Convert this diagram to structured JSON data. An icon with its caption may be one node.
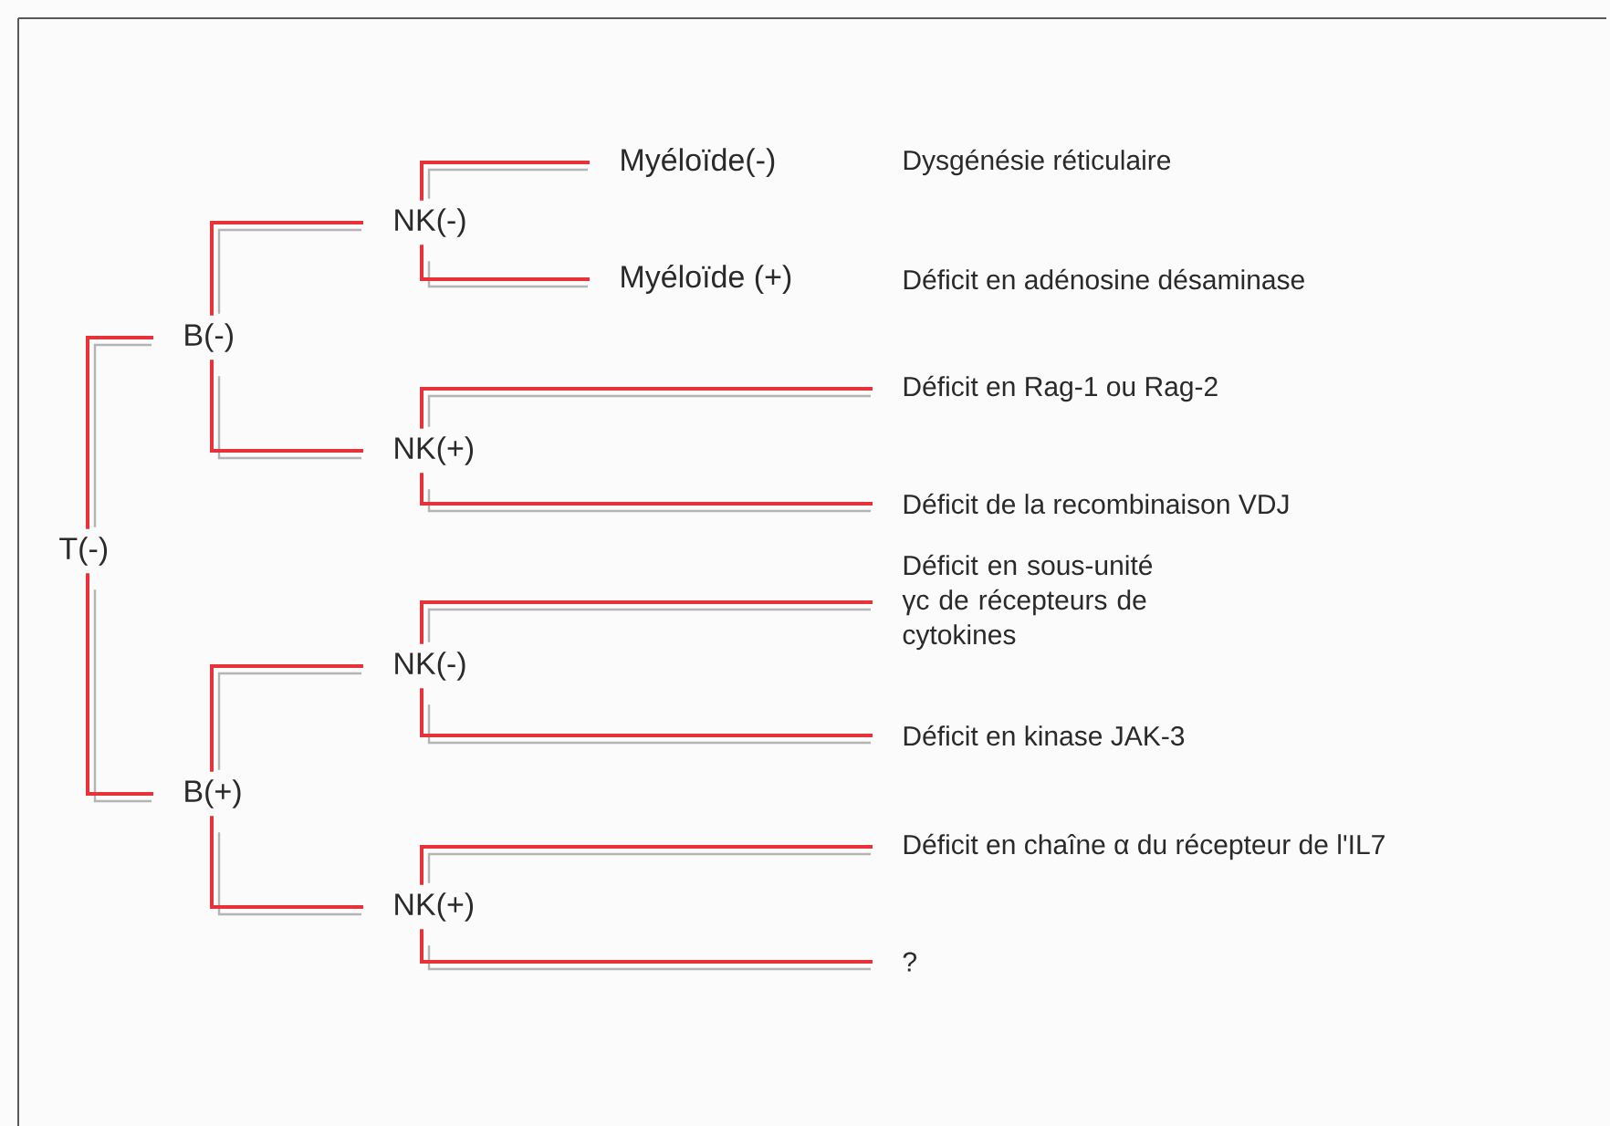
{
  "diagram": {
    "nodes": [
      {
        "text": [
          "T(-)"
        ]
      },
      {
        "text": [
          "B(-)"
        ]
      },
      {
        "text": [
          "NK(-)"
        ]
      },
      {
        "text": [
          "Myéloïde(-)"
        ],
        "beside": [
          "Dysgénésie réticulaire"
        ]
      },
      {
        "text": [
          "Myéloïde (+)"
        ],
        "beside": [
          "Déficit en adénosine désaminase"
        ]
      },
      {
        "text": [
          "NK(+)"
        ]
      },
      {
        "text": [
          "Déficit en Rag-1 ou Rag-2"
        ]
      },
      {
        "text": [
          "Déficit de la recombinaison VDJ"
        ]
      },
      {
        "text": [
          "B(+)"
        ]
      },
      {
        "text": [
          "NK(-)"
        ]
      },
      {
        "text": [
          "Déficit en sous-unité γc de récepteurs de cytokines"
        ]
      },
      {
        "text": [
          "Déficit en kinase JAK-3"
        ]
      },
      {
        "text": [
          "NK(+)"
        ]
      },
      {
        "text": [
          "Déficit en chaîne α du récepteur de l'IL7"
        ]
      },
      {
        "text": [
          "?"
        ]
      }
    ],
    "edges": [
      {
        "from": 0,
        "to": 1,
        "arrow": "none"
      },
      {
        "from": 1,
        "to": 2,
        "arrow": "none"
      },
      {
        "from": 2,
        "to": 3,
        "arrow": "none"
      },
      {
        "from": 2,
        "to": 4,
        "arrow": "none"
      },
      {
        "from": 1,
        "to": 5,
        "arrow": "none"
      },
      {
        "from": 5,
        "to": 6,
        "arrow": "none"
      },
      {
        "from": 5,
        "to": 7,
        "arrow": "none"
      },
      {
        "from": 0,
        "to": 8,
        "arrow": "none"
      },
      {
        "from": 8,
        "to": 9,
        "arrow": "none"
      },
      {
        "from": 9,
        "to": 10,
        "arrow": "none"
      },
      {
        "from": 9,
        "to": 11,
        "arrow": "none"
      },
      {
        "from": 8,
        "to": 12,
        "arrow": "none"
      },
      {
        "from": 12,
        "to": 13,
        "arrow": "none"
      },
      {
        "from": 12,
        "to": 14,
        "arrow": "none"
      }
    ]
  }
}
